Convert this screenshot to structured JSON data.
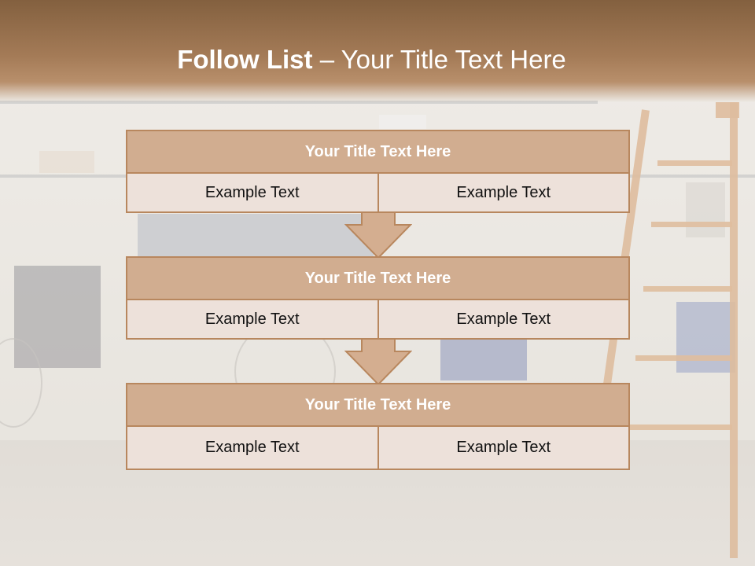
{
  "slide": {
    "title_bold": "Follow List",
    "title_rest": " – Your Title Text Here"
  },
  "steps": [
    {
      "title": "Your Title Text Here",
      "left": "Example Text",
      "right": "Example Text"
    },
    {
      "title": "Your Title Text Here",
      "left": "Example Text",
      "right": "Example Text"
    },
    {
      "title": "Your Title Text Here",
      "left": "Example Text",
      "right": "Example Text"
    }
  ],
  "colors": {
    "title_bar": "#8a6544",
    "header_fill": "#d1ad90",
    "row_fill": "#ede1da",
    "border": "#b8875e",
    "arrow_fill": "#d4ae90"
  },
  "icons": [
    "down-arrow-icon"
  ]
}
